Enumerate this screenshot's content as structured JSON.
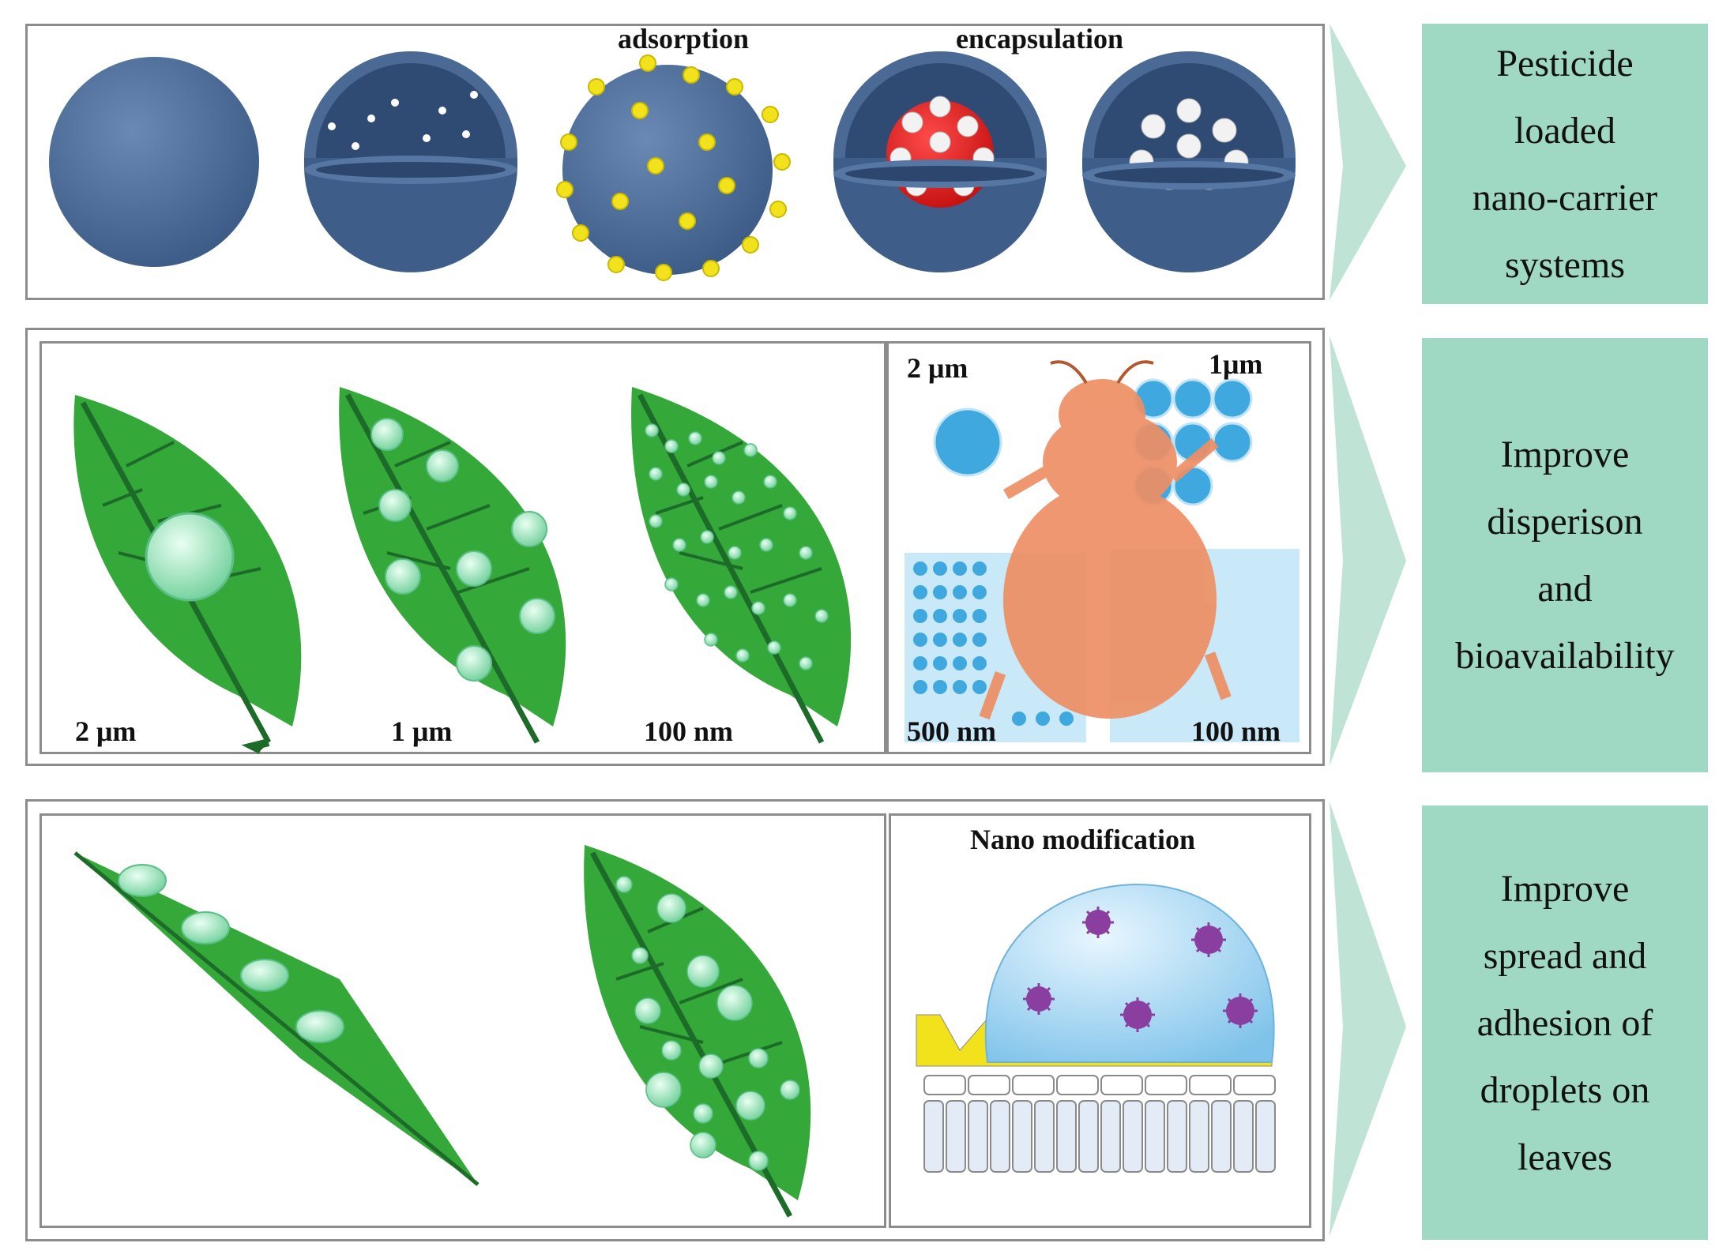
{
  "row1": {
    "labels": {
      "adsorption": "adsorption",
      "encapsulation": "encapsulation"
    },
    "summary": [
      "Pesticide",
      "loaded",
      "nano-carrier",
      "systems"
    ]
  },
  "row2": {
    "leaf_labels": [
      "2 μm",
      "1 μm",
      "100 nm"
    ],
    "insect_labels": {
      "top_left": "2 μm",
      "top_right": "1μm",
      "bottom_left": "500 nm",
      "bottom_right": "100 nm"
    },
    "summary": [
      "Improve",
      "disperison",
      "and",
      "bioavailability"
    ]
  },
  "row3": {
    "title": "Nano modification",
    "summary": [
      "Improve",
      "spread and",
      "adhesion of",
      "droplets on",
      "leaves"
    ]
  },
  "colors": {
    "sphere": "#4f6e98",
    "leaf": "#35a83a",
    "accent_box": "#9fd8c3",
    "yellow": "#f2e21b",
    "red": "#e01e1e",
    "bug": "#ee8f64",
    "blue_dot": "#3ea8df"
  }
}
